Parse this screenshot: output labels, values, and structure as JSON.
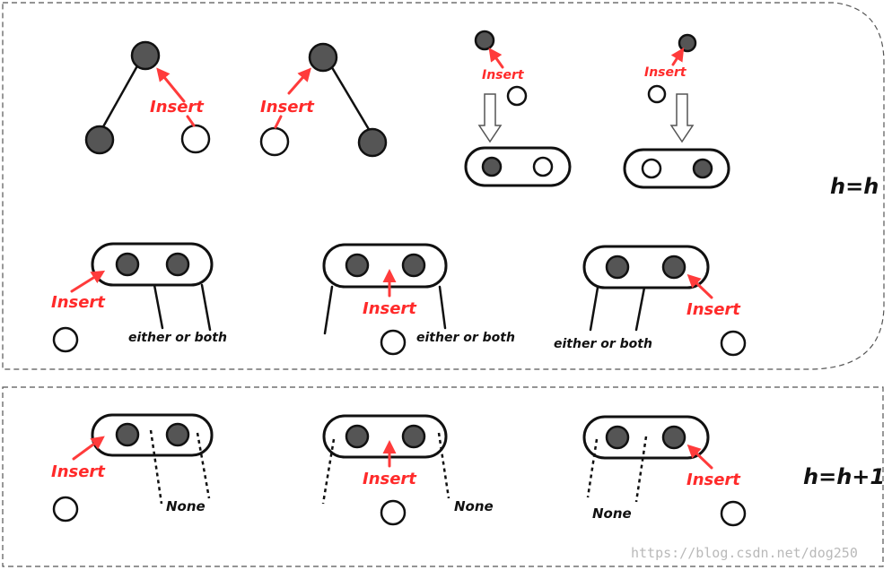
{
  "labels": {
    "insert": "Insert",
    "either_or_both": "either or both",
    "none": "None",
    "h_same": "h=h",
    "h_plus": "h=h+1"
  },
  "watermark": "https://blog.csdn.net/dog250",
  "colors": {
    "arrow": "#ff3b3b",
    "filled_node": "#555555",
    "outline": "#111111"
  }
}
